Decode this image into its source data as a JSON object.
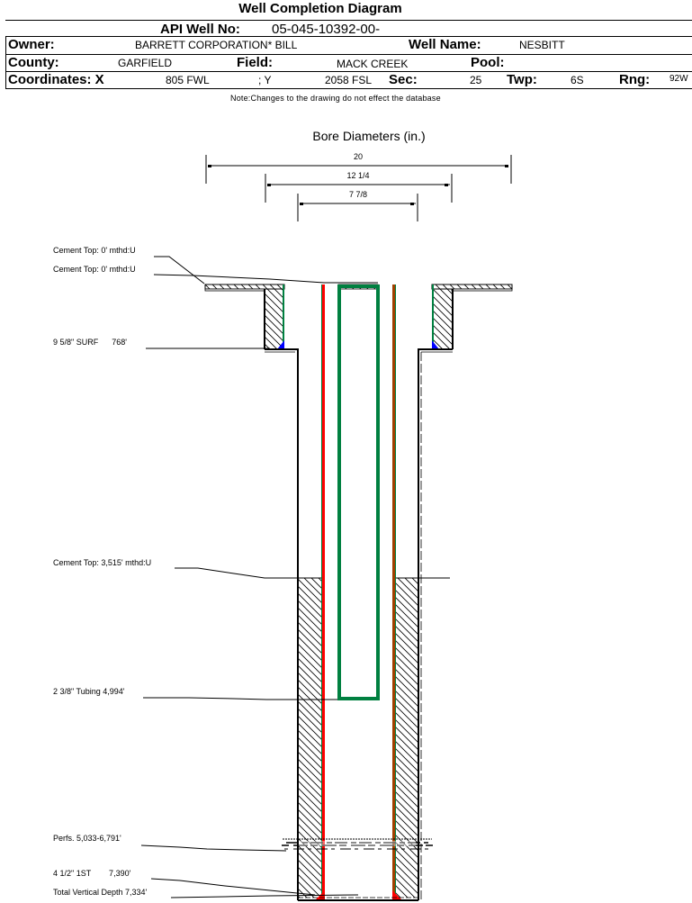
{
  "header": {
    "title": "Well Completion Diagram",
    "api_label": "API Well No:",
    "api_value": "05-045-10392-00-",
    "owner_label": "Owner:",
    "owner_value": "BARRETT CORPORATION* BILL",
    "well_name_label": "Well Name:",
    "well_name_value": "NESBITT",
    "county_label": "County:",
    "county_value": "GARFIELD",
    "field_label": "Field:",
    "field_value": "MACK CREEK",
    "pool_label": "Pool:",
    "pool_value": "",
    "coords_label": "Coordinates: X",
    "x_value": "805 FWL",
    "y_label": "; Y",
    "y_value": "2058 FSL",
    "sec_label": "Sec:",
    "sec_value": "25",
    "twp_label": "Twp:",
    "twp_value": "6S",
    "rng_label": "Rng:",
    "rng_value": "92W",
    "note": "Note:Changes to the drawing do not effect the database"
  },
  "diagram": {
    "bore_title": "Bore Diameters (in.)",
    "bore_diameters": [
      "20",
      "12 1/4",
      "7 7/8"
    ],
    "annotations": {
      "cement_top_1": "Cement Top: 0' mthd:U",
      "cement_top_2": "Cement Top: 0' mthd:U",
      "surface_casing": "9 5/8\" SURF      768'",
      "cement_top_3": "Cement Top: 3,515' mthd:U",
      "tubing": "2 3/8\" Tubing 4,994'",
      "perfs": "Perfs. 5,033-6,791'",
      "production_casing": "4 1/2\" 1ST        7,390'",
      "total_depth": "Total Vertical Depth 7,334'"
    },
    "colors": {
      "casing_red": "#ff0000",
      "casing_green": "#008040",
      "tubing_green": "#008040",
      "tubing_blue": "#0050a0",
      "cement_shoe_blue": "#0000ff",
      "shoe_red": "#ff0000",
      "outer_tubing_brown": "#a04000"
    }
  }
}
